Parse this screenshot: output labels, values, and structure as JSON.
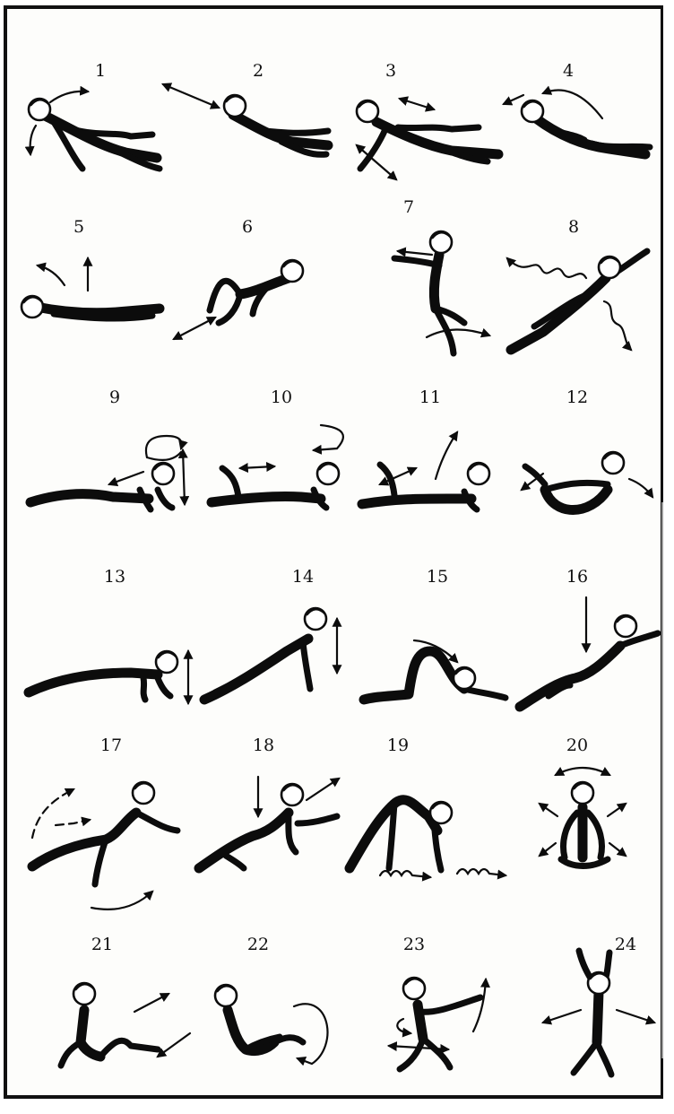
{
  "exercises": [
    {
      "number": "1"
    },
    {
      "number": "2"
    },
    {
      "number": "3"
    },
    {
      "number": "4"
    },
    {
      "number": "5"
    },
    {
      "number": "6"
    },
    {
      "number": "7"
    },
    {
      "number": "8"
    },
    {
      "number": "9"
    },
    {
      "number": "10"
    },
    {
      "number": "11"
    },
    {
      "number": "12"
    },
    {
      "number": "13"
    },
    {
      "number": "14"
    },
    {
      "number": "15"
    },
    {
      "number": "16"
    },
    {
      "number": "17"
    },
    {
      "number": "18"
    },
    {
      "number": "19"
    },
    {
      "number": "20"
    },
    {
      "number": "21"
    },
    {
      "number": "22"
    },
    {
      "number": "23"
    },
    {
      "number": "24"
    }
  ],
  "colors": {
    "ink": "#0c0c0c",
    "paper": "#fdfdfb",
    "border": "#111111"
  }
}
